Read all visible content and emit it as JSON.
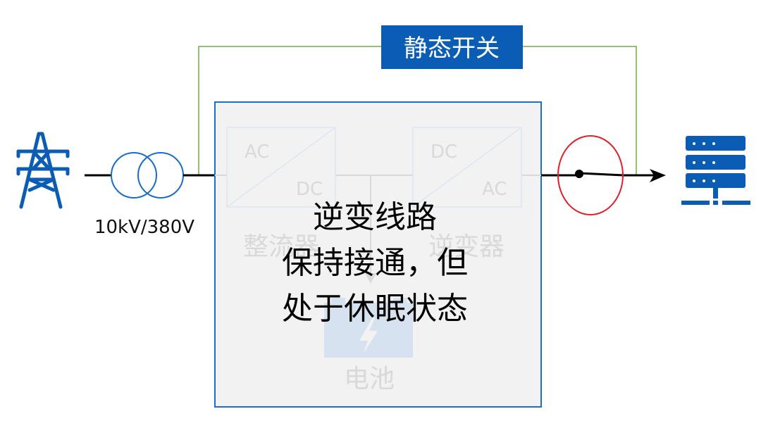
{
  "static_switch": {
    "label": "静态开关"
  },
  "transformer": {
    "label": "10kV/380V"
  },
  "rectifier": {
    "label": "整流器",
    "input": "AC",
    "output": "DC"
  },
  "inverter": {
    "label": "逆变器",
    "input": "DC",
    "output": "AC"
  },
  "battery": {
    "label": "电池"
  },
  "overlay": {
    "lines": [
      "逆变线路",
      "保持接通，但",
      "处于休眠状态"
    ]
  },
  "colors": {
    "blue": "#0a5cb4",
    "green": "#70ad47",
    "red": "#e0202a",
    "box_fill": "#f2f2f2",
    "box_border": "#1f6fc7"
  }
}
